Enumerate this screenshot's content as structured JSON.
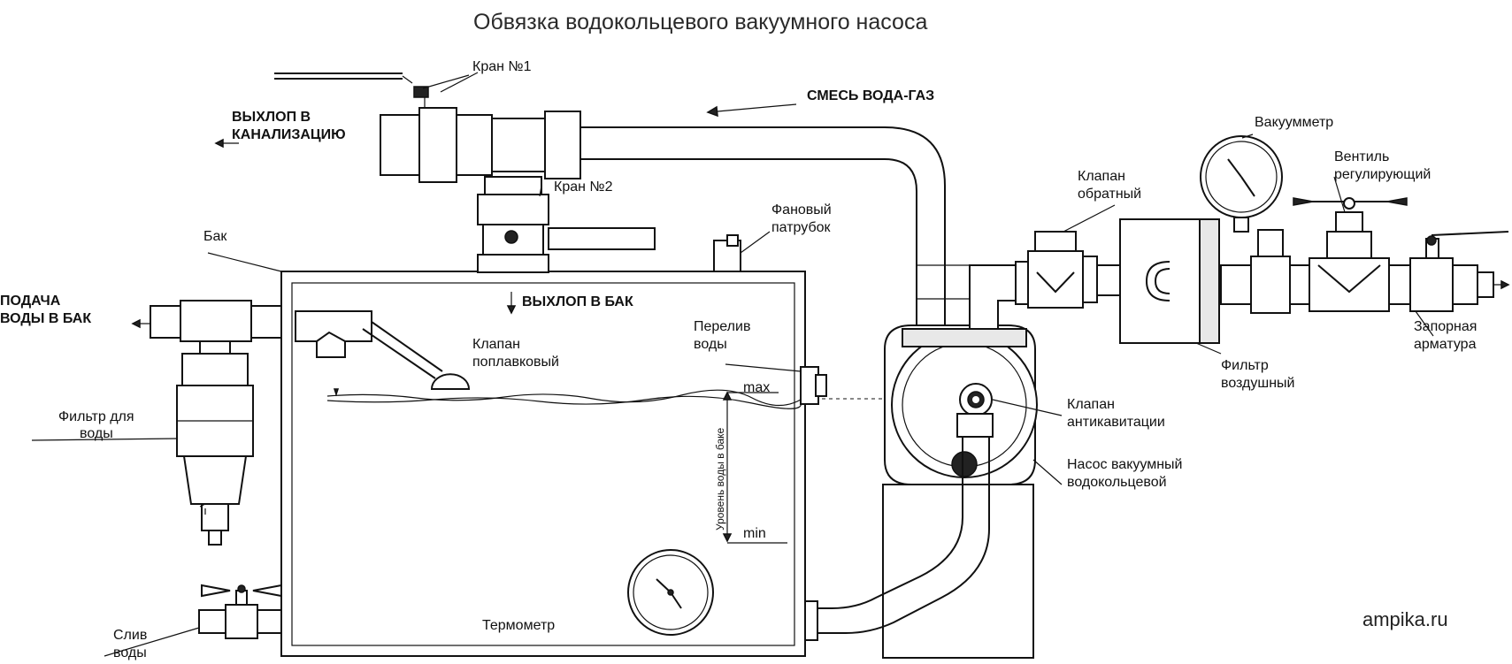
{
  "title": "Обвязка водокольцевого вакуумного насоса",
  "site": "ampika.ru",
  "labels": {
    "kran1": "Кран №1",
    "kran2": "Кран №2",
    "mix": "СМЕСЬ ВОДА-ГАЗ",
    "exhaust_sewer_1": "ВЫХЛОП В",
    "exhaust_sewer_2": "КАНАЛИЗАЦИЮ",
    "tank": "Бак",
    "supply_1": "ПОДАЧА",
    "supply_2": "ВОДЫ В БАК",
    "water_filter_1": "Фильтр для",
    "water_filter_2": "воды",
    "drain_1": "Слив",
    "drain_2": "воды",
    "exhaust_tank": "ВЫХЛОП В БАК",
    "float_valve_1": "Клапан",
    "float_valve_2": "поплавковый",
    "vent_pipe_1": "Фановый",
    "vent_pipe_2": "патрубок",
    "overflow_1": "Перелив",
    "overflow_2": "воды",
    "max": "max",
    "min": "min",
    "water_level": "Уровень воды в баке",
    "thermometer": "Термометр",
    "check_valve_1": "Клапан",
    "check_valve_2": "обратный",
    "vacuum_gauge": "Вакуумметр",
    "reg_valve_1": "Вентиль",
    "reg_valve_2": "регулирующий",
    "shutoff_1": "Запорная",
    "shutoff_2": "арматура",
    "air_filter_1": "Фильтр",
    "air_filter_2": "воздушный",
    "anticav_1": "Клапан",
    "anticav_2": "антикавитации",
    "pump_1": "Насос вакуумный",
    "pump_2": "водокольцевой"
  }
}
